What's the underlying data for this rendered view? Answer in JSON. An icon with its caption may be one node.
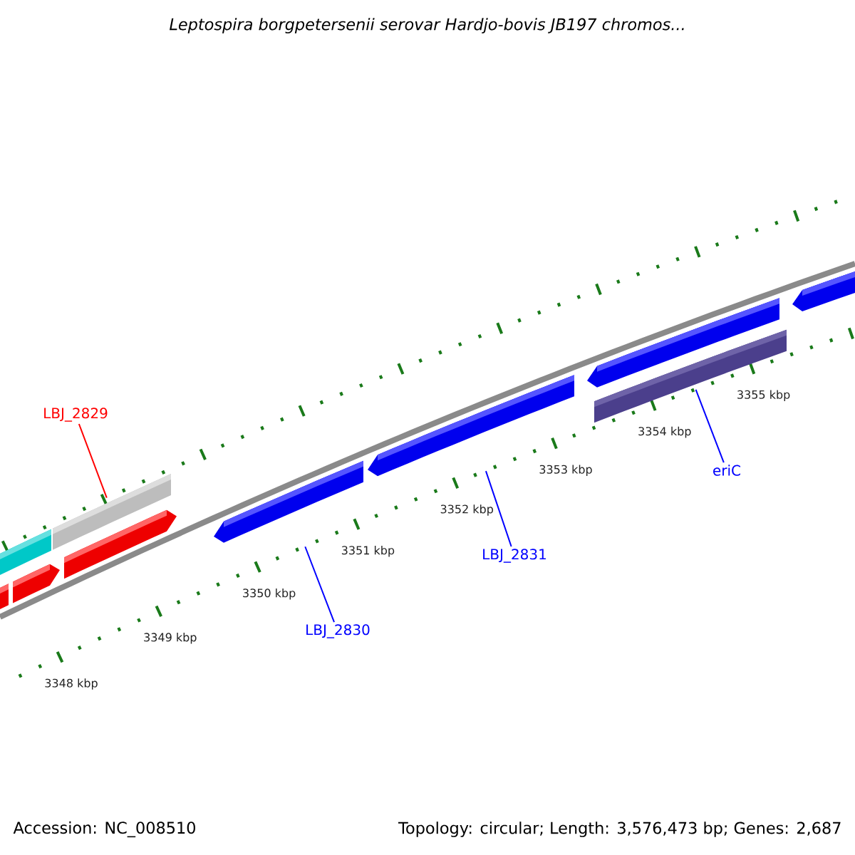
{
  "diagram": {
    "title": "Leptospira borgpetersenii serovar Hardjo-bovis JB197 chromos...",
    "nodes": [
      {
        "text": [
          "LBJ_2829"
        ]
      },
      {
        "text": [
          "LBJ_2830"
        ]
      },
      {
        "text": [
          "LBJ_2831"
        ]
      },
      {
        "text": [
          "eriC"
        ]
      },
      {
        "text": [],
        "shape": "bar"
      },
      {
        "text": [],
        "shape": "bar"
      },
      {
        "text": [],
        "shape": "bar"
      },
      {
        "text": [],
        "shape": "bar"
      },
      {
        "text": [],
        "shape": "bar"
      },
      {
        "text": [],
        "shape": "bar"
      },
      {
        "text": [],
        "shape": "bar"
      },
      {
        "text": [],
        "shape": "bar"
      },
      {
        "text": [],
        "shape": "bar"
      },
      {
        "text": [],
        "shape": "bar"
      }
    ],
    "edges": [
      {
        "from": 0,
        "to": 7,
        "arrow": "none",
        "color": "#ff0000"
      },
      {
        "from": 1,
        "to": 9,
        "arrow": "none"
      },
      {
        "from": 2,
        "to": 10,
        "arrow": "none"
      },
      {
        "from": 3,
        "to": 12,
        "arrow": "none"
      }
    ],
    "labels": [
      "3348 kbp",
      "3349 kbp",
      "3350 kbp",
      "3351 kbp",
      "3352 kbp",
      "3353 kbp",
      "3354 kbp",
      "3355 kbp",
      "Accession: NC_008510",
      "Topology: circular; Length: 3,576,473 bp; Genes: 2,687"
    ]
  }
}
